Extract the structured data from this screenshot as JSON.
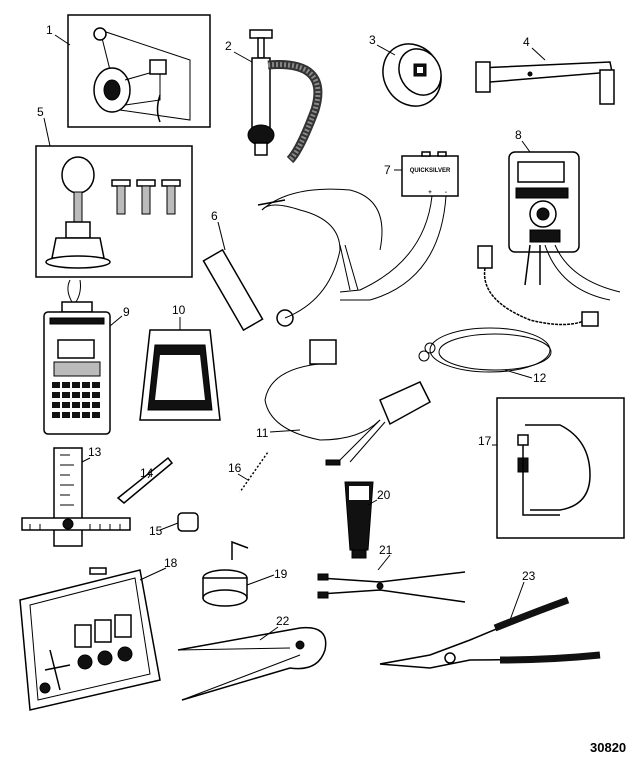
{
  "callouts": [
    "1",
    "2",
    "3",
    "4",
    "5",
    "6",
    "7",
    "8",
    "9",
    "10",
    "11",
    "12",
    "13",
    "14",
    "15",
    "16",
    "17",
    "18",
    "19",
    "20",
    "21",
    "22",
    "23"
  ],
  "figure_number": "30820",
  "device_text": {
    "box_brand": "QUICKSILVER",
    "plus": "+",
    "minus": "-"
  }
}
